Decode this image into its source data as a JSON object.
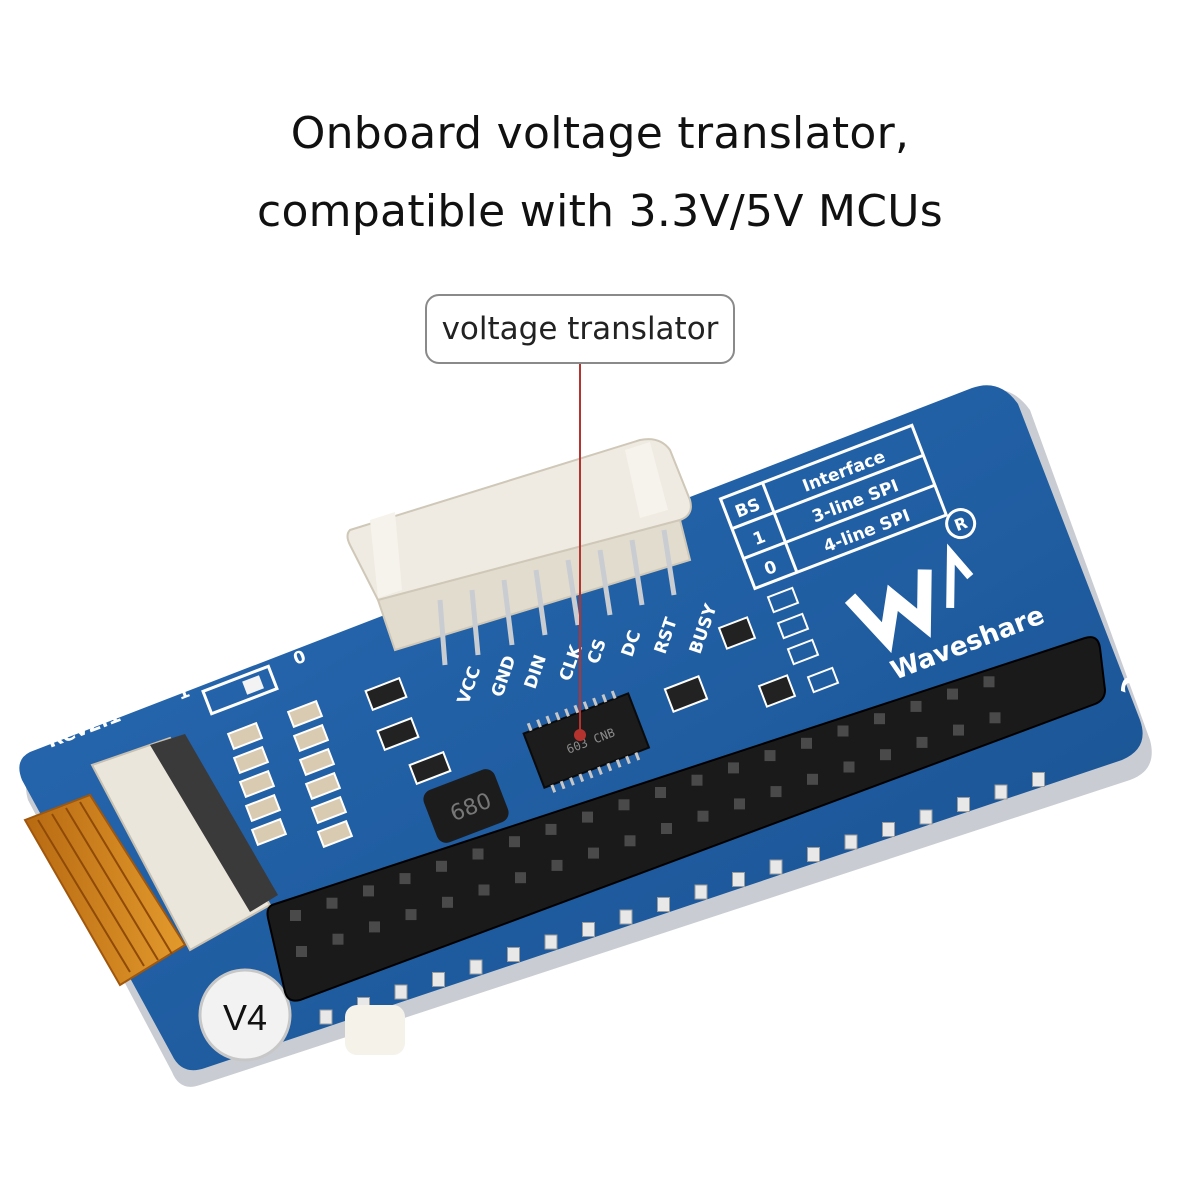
{
  "headline": {
    "line1": "Onboard voltage translator,",
    "line2": "compatible with 3.3V/5V MCUs"
  },
  "callout": {
    "label": "voltage translator"
  },
  "board": {
    "title": "2.13inch e-Paper HAT",
    "brand": "Waveshare",
    "revision": "Rev2.1",
    "version_badge": "V4",
    "bs_jumper": {
      "label": "BS",
      "left": "1",
      "right": "0"
    },
    "pin_labels": [
      "VCC",
      "GND",
      "DIN",
      "CLK",
      "CS",
      "DC",
      "RST",
      "BUSY"
    ],
    "interface_table": {
      "headers": [
        "BS",
        "Interface"
      ],
      "rows": [
        [
          "1",
          "3-line SPI"
        ],
        [
          "0",
          "4-line SPI"
        ]
      ]
    },
    "chip_marking": "603 CNB",
    "inductor_marking": "680",
    "colors": {
      "pcb": "#1f5fa8",
      "callout_line": "#b5332e",
      "header": "#1a1a1a",
      "connector": "#ece8df"
    }
  }
}
